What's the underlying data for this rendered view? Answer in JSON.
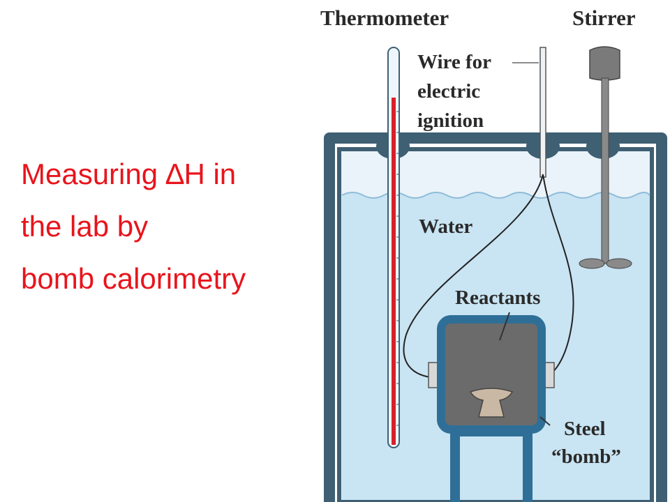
{
  "slide": {
    "title_lines": [
      "Measuring ∆H in",
      "the lab  by",
      "bomb calorimetry"
    ]
  },
  "diagram": {
    "labels": {
      "thermometer": "Thermometer",
      "stirrer": "Stirrer",
      "wire": [
        "Wire for",
        "electric",
        "ignition"
      ],
      "water": "Water",
      "reactants": "Reactants",
      "steel_bomb": [
        "Steel",
        "“bomb”"
      ]
    },
    "colors": {
      "text": "#e8141c",
      "vessel": "#3f5f73",
      "water": "#c9e4f3",
      "thermo_red": "#d9202a",
      "bomb_fill": "#6b6b6b"
    }
  }
}
